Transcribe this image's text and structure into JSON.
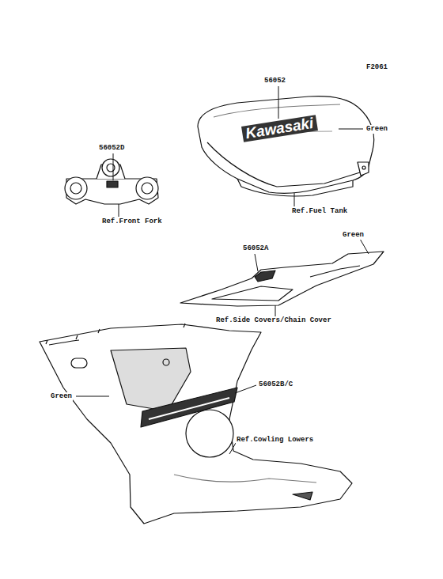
{
  "diagram": {
    "labels": [
      "F2061",
      "56052",
      "Green",
      "Ref.Fuel Tank",
      "56052D",
      "Ref.Front Fork",
      "56052A",
      "Green",
      "Ref.Side Covers/Chain Cover",
      "56052B/C",
      "Green",
      "Ref.Cowling Lowers",
      "Kawasaki"
    ]
  }
}
